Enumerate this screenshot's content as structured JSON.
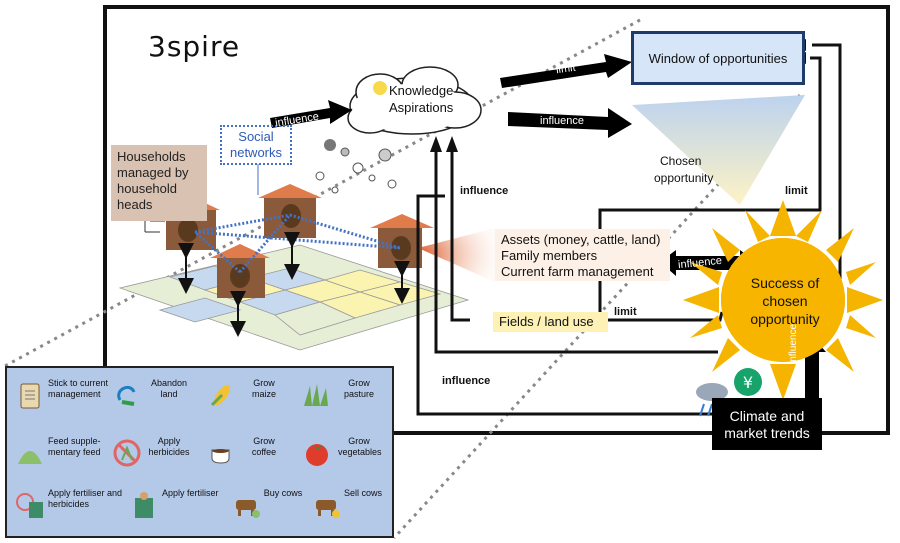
{
  "title": "3spire",
  "nodes": {
    "knowledge": "Knowledge",
    "aspirations": "Aspirations",
    "window": "Window of opportunities",
    "chosen_line1": "Chosen",
    "chosen_line2": "opportunity",
    "households": "Households managed by household heads",
    "social_line1": "Social",
    "social_line2": "networks",
    "assets_line1": "Assets (money, cattle, land)",
    "assets_line2": "Family members",
    "assets_line3": "Current farm management",
    "fields": "Fields / land use",
    "success": "Success of chosen opportunity",
    "climate_line1": "Climate and",
    "climate_line2": "market trends"
  },
  "arrow_labels": {
    "influence_social": "influence",
    "limit_window": "limit",
    "influence_chosen": "influence",
    "influence_left": "influence",
    "limit_right": "limit",
    "influence_success": "influence",
    "limit_fields": "limit",
    "influence_bottom": "influence",
    "influence_climate": "influence"
  },
  "legend": [
    {
      "label": "Stick to current management",
      "icon": "clipboard-icon"
    },
    {
      "label": "Abandon land",
      "icon": "abandon-icon"
    },
    {
      "label": "Grow maize",
      "icon": "maize-icon"
    },
    {
      "label": "Grow pasture",
      "icon": "grass-icon"
    },
    {
      "label": "Feed supple-mentary feed",
      "icon": "hay-icon"
    },
    {
      "label": "Apply herbicides",
      "icon": "no-weed-icon"
    },
    {
      "label": "Grow coffee",
      "icon": "coffee-icon"
    },
    {
      "label": "Grow vegetables",
      "icon": "tomato-icon"
    },
    {
      "label": "Apply fertiliser and herbicides",
      "icon": "fert-herb-icon"
    },
    {
      "label": "Apply fertiliser",
      "icon": "fertiliser-icon"
    },
    {
      "label": "Buy cows",
      "icon": "cow-buy-icon"
    },
    {
      "label": "Sell cows",
      "icon": "cow-sell-icon"
    }
  ],
  "colors": {
    "window_fill": "#d6e6f8",
    "window_border": "#1f3b6b",
    "sun": "#f5b400",
    "legend_bg": "#b4c8e8",
    "households_bg": "#d9c2b2",
    "fields_bg": "#fdf1b5",
    "social_border": "#4472c4"
  }
}
